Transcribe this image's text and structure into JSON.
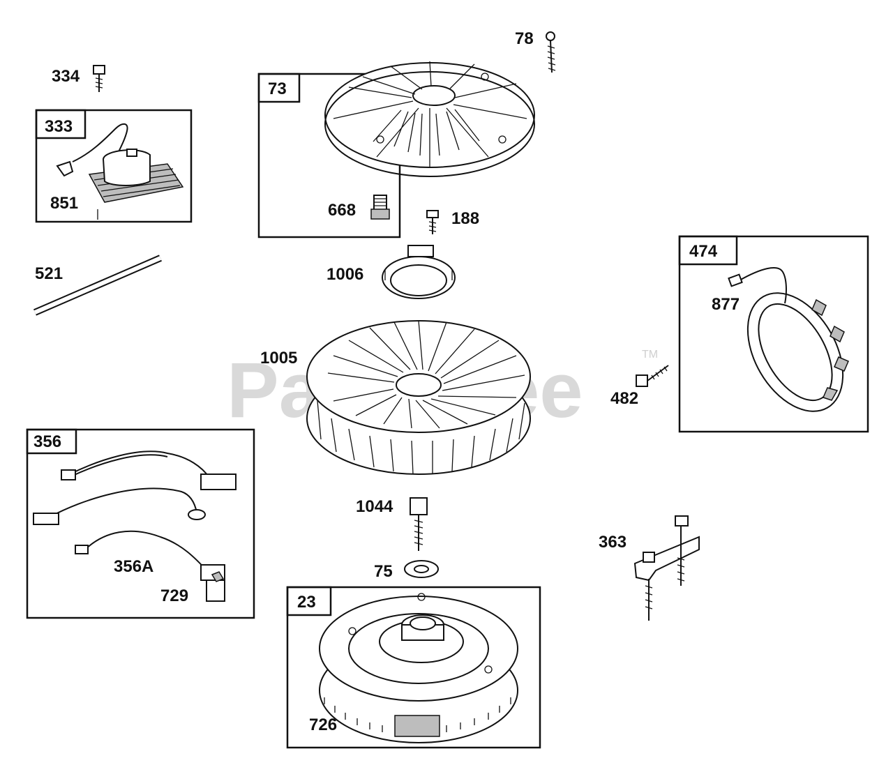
{
  "watermark": {
    "text": "PartsTree",
    "trademark": "TM"
  },
  "callouts": {
    "p78": "78",
    "p334": "334",
    "p73": "73",
    "p333": "333",
    "p851": "851",
    "p668": "668",
    "p188": "188",
    "p521": "521",
    "p1006": "1006",
    "p474": "474",
    "p877": "877",
    "p1005": "1005",
    "p482": "482",
    "p356": "356",
    "p356a": "356A",
    "p729": "729",
    "p1044": "1044",
    "p75": "75",
    "p363": "363",
    "p23": "23",
    "p726": "726"
  }
}
